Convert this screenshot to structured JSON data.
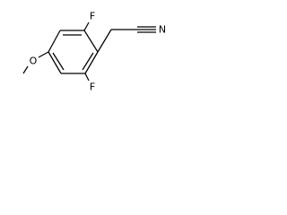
{
  "molecule": {
    "atoms": {
      "fluorine_top": "F",
      "fluorine_bottom": "F",
      "nitrile_nitrogen": "N",
      "methoxy_oxygen": "O"
    },
    "bonds": {
      "nitrile": "triple",
      "ring_double_bonds": 3
    }
  }
}
